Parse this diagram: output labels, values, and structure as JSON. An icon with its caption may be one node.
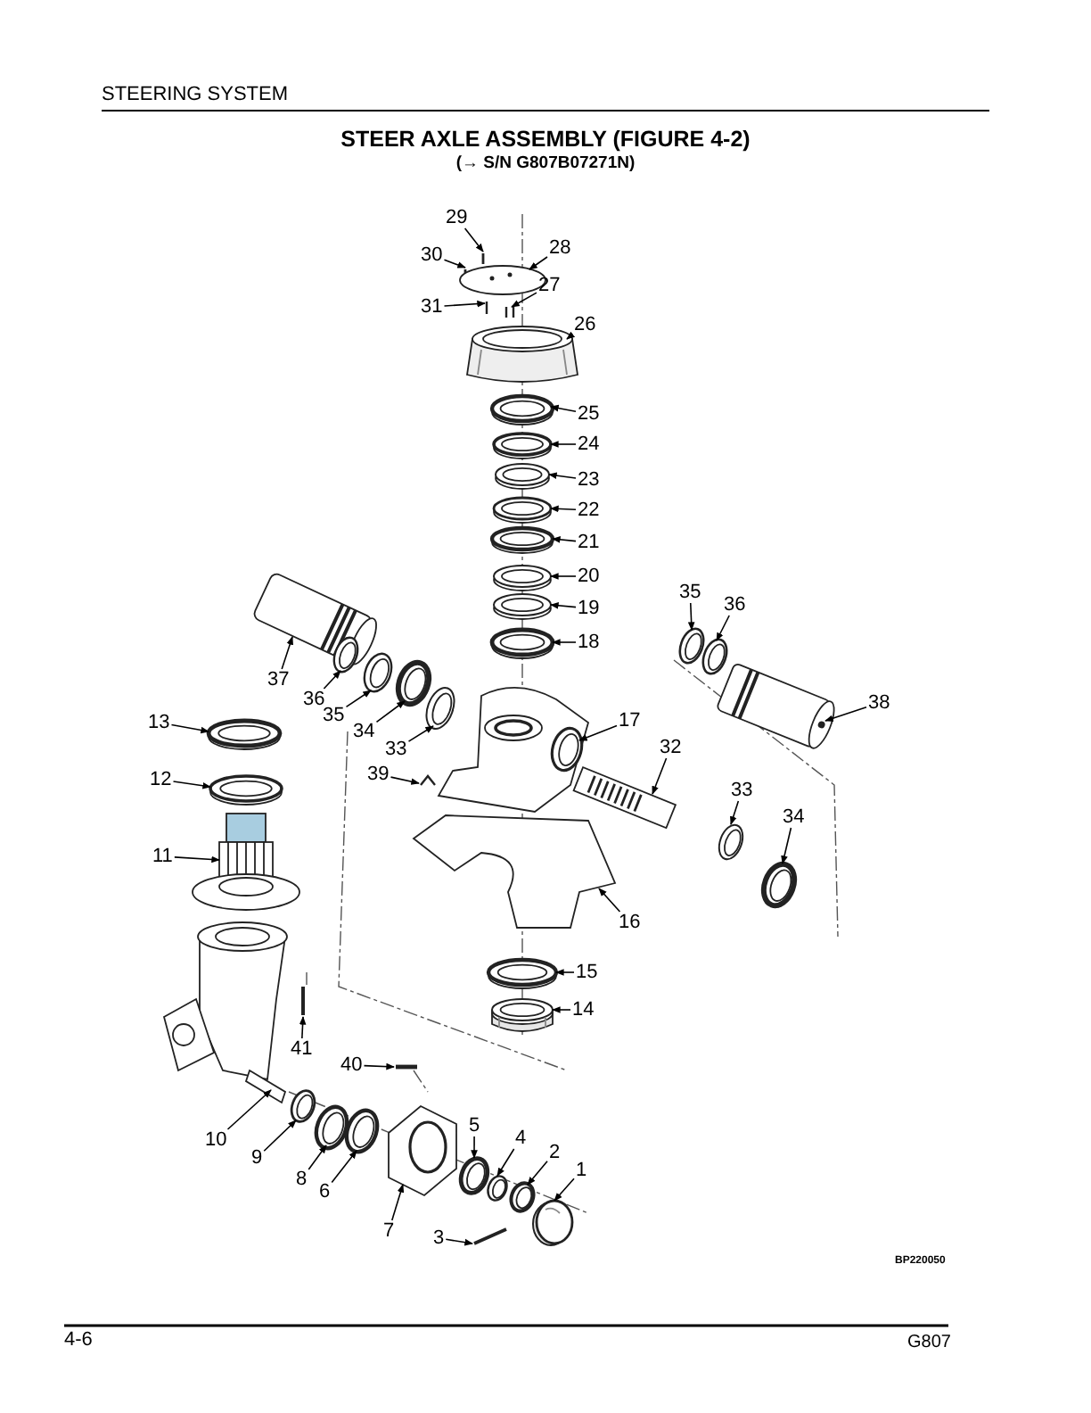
{
  "diagram": {
    "title": "STEER AXLE ASSEMBLY (FIGURE 4-2)",
    "nodes": [
      {
        "text": [
          "29"
        ]
      },
      {
        "text": [
          "30"
        ]
      },
      {
        "text": [
          "28"
        ]
      },
      {
        "text": [
          "31"
        ]
      },
      {
        "text": [
          "27"
        ]
      },
      {
        "text": [
          "26"
        ]
      },
      {
        "text": [
          "25"
        ]
      },
      {
        "text": [
          "24"
        ]
      },
      {
        "text": [
          "23"
        ]
      },
      {
        "text": [
          "22"
        ]
      },
      {
        "text": [
          "21"
        ]
      },
      {
        "text": [
          "20"
        ]
      },
      {
        "text": [
          "19"
        ]
      },
      {
        "text": [
          "18"
        ]
      },
      {
        "text": [
          "37"
        ]
      },
      {
        "text": [
          "36"
        ]
      },
      {
        "text": [
          "35"
        ]
      },
      {
        "text": [
          "34"
        ]
      },
      {
        "text": [
          "35"
        ]
      },
      {
        "text": [
          "36"
        ]
      },
      {
        "text": [
          "38"
        ]
      },
      {
        "text": [
          "13"
        ]
      },
      {
        "text": [
          "33"
        ]
      },
      {
        "text": [
          "17"
        ]
      },
      {
        "text": [
          "12"
        ]
      },
      {
        "text": [
          "39"
        ]
      },
      {
        "text": [
          "32"
        ]
      },
      {
        "text": [
          "33"
        ]
      },
      {
        "text": [
          "34"
        ]
      },
      {
        "text": [
          "11"
        ]
      },
      {
        "text": [
          "16"
        ]
      },
      {
        "text": [
          "15"
        ]
      },
      {
        "text": [
          "14"
        ]
      },
      {
        "text": [
          "41"
        ]
      },
      {
        "text": [
          "40"
        ]
      },
      {
        "text": [
          "10"
        ]
      },
      {
        "text": [
          "9"
        ]
      },
      {
        "text": [
          "8"
        ]
      },
      {
        "text": [
          "6"
        ]
      },
      {
        "text": [
          "7"
        ]
      },
      {
        "text": [
          "5"
        ]
      },
      {
        "text": [
          "4"
        ]
      },
      {
        "text": [
          "2"
        ]
      },
      {
        "text": [
          "1"
        ]
      },
      {
        "text": [
          "3"
        ]
      },
      {
        "text": [],
        "shape": "picture"
      },
      {
        "text": [],
        "shape": "picture"
      },
      {
        "text": [],
        "shape": "picture"
      },
      {
        "text": [],
        "shape": "picture"
      },
      {
        "text": [],
        "shape": "picture"
      },
      {
        "text": [],
        "shape": "picture"
      },
      {
        "text": [],
        "shape": "picture"
      },
      {
        "text": [],
        "shape": "picture"
      },
      {
        "text": [],
        "shape": "picture"
      },
      {
        "text": [],
        "shape": "picture"
      },
      {
        "text": [],
        "shape": "picture"
      },
      {
        "text": [],
        "shape": "picture"
      },
      {
        "text": [],
        "shape": "picture"
      },
      {
        "text": [],
        "shape": "picture"
      },
      {
        "text": [],
        "shape": "picture"
      },
      {
        "text": [],
        "shape": "picture"
      },
      {
        "text": [],
        "shape": "picture"
      },
      {
        "text": [],
        "shape": "picture"
      },
      {
        "text": [],
        "shape": "picture"
      },
      {
        "text": [],
        "shape": "picture"
      },
      {
        "text": [],
        "shape": "picture"
      },
      {
        "text": [],
        "shape": "picture"
      },
      {
        "text": [],
        "shape": "picture"
      },
      {
        "text": [],
        "shape": "picture"
      },
      {
        "text": [],
        "shape": "picture"
      },
      {
        "text": [],
        "shape": "picture"
      },
      {
        "text": [],
        "shape": "picture"
      },
      {
        "text": [],
        "shape": "picture"
      },
      {
        "text": [],
        "shape": "picture"
      },
      {
        "text": [],
        "shape": "picture"
      },
      {
        "text": [],
        "shape": "picture"
      },
      {
        "text": [],
        "shape": "picture"
      },
      {
        "text": [],
        "shape": "picture"
      },
      {
        "text": [],
        "shape": "picture"
      },
      {
        "text": [],
        "shape": "picture"
      },
      {
        "text": [],
        "shape": "picture"
      },
      {
        "text": [],
        "shape": "picture"
      },
      {
        "text": [],
        "shape": "picture"
      },
      {
        "text": [],
        "shape": "picture"
      },
      {
        "text": [],
        "shape": "picture"
      },
      {
        "text": [],
        "shape": "picture"
      },
      {
        "text": [],
        "shape": "picture"
      },
      {
        "text": [],
        "shape": "picture"
      },
      {
        "text": [],
        "shape": "picture"
      },
      {
        "text": [],
        "shape": "picture"
      }
    ],
    "edges": [
      {
        "from": 0,
        "to": 45,
        "arrow": "to"
      },
      {
        "from": 1,
        "to": 46,
        "arrow": "to"
      },
      {
        "from": 2,
        "to": 47,
        "arrow": "to"
      },
      {
        "from": 3,
        "to": 48,
        "arrow": "to"
      },
      {
        "from": 4,
        "to": 49,
        "arrow": "to"
      },
      {
        "from": 5,
        "to": 50,
        "arrow": "to"
      },
      {
        "from": 6,
        "to": 51,
        "arrow": "to"
      },
      {
        "from": 7,
        "to": 52,
        "arrow": "to"
      },
      {
        "from": 8,
        "to": 53,
        "arrow": "to"
      },
      {
        "from": 9,
        "to": 54,
        "arrow": "to"
      },
      {
        "from": 10,
        "to": 55,
        "arrow": "to"
      },
      {
        "from": 11,
        "to": 56,
        "arrow": "to"
      },
      {
        "from": 12,
        "to": 57,
        "arrow": "to"
      },
      {
        "from": 13,
        "to": 58,
        "arrow": "to"
      },
      {
        "from": 14,
        "to": 59,
        "arrow": "to"
      },
      {
        "from": 15,
        "to": 60,
        "arrow": "to"
      },
      {
        "from": 16,
        "to": 61,
        "arrow": "to"
      },
      {
        "from": 17,
        "to": 62,
        "arrow": "to"
      },
      {
        "from": 18,
        "to": 63,
        "arrow": "to"
      },
      {
        "from": 19,
        "to": 64,
        "arrow": "to"
      },
      {
        "from": 20,
        "to": 65,
        "arrow": "to"
      },
      {
        "from": 21,
        "to": 66,
        "arrow": "to"
      },
      {
        "from": 22,
        "to": 67,
        "arrow": "to"
      },
      {
        "from": 23,
        "to": 68,
        "arrow": "to"
      },
      {
        "from": 24,
        "to": 69,
        "arrow": "to"
      },
      {
        "from": 25,
        "to": 70,
        "arrow": "to"
      },
      {
        "from": 26,
        "to": 71,
        "arrow": "to"
      },
      {
        "from": 27,
        "to": 72,
        "arrow": "to"
      },
      {
        "from": 28,
        "to": 73,
        "arrow": "to"
      },
      {
        "from": 29,
        "to": 74,
        "arrow": "to"
      },
      {
        "from": 30,
        "to": 75,
        "arrow": "to"
      },
      {
        "from": 31,
        "to": 76,
        "arrow": "to"
      },
      {
        "from": 32,
        "to": 77,
        "arrow": "to"
      },
      {
        "from": 33,
        "to": 78,
        "arrow": "to"
      },
      {
        "from": 34,
        "to": 79,
        "arrow": "to"
      },
      {
        "from": 35,
        "to": 80,
        "arrow": "to"
      },
      {
        "from": 36,
        "to": 81,
        "arrow": "to"
      },
      {
        "from": 37,
        "to": 82,
        "arrow": "to"
      },
      {
        "from": 38,
        "to": 83,
        "arrow": "to"
      },
      {
        "from": 39,
        "to": 84,
        "arrow": "to"
      },
      {
        "from": 40,
        "to": 85,
        "arrow": "to"
      },
      {
        "from": 41,
        "to": 86,
        "arrow": "to"
      },
      {
        "from": 42,
        "to": 87,
        "arrow": "to"
      },
      {
        "from": 43,
        "to": 88,
        "arrow": "to"
      },
      {
        "from": 44,
        "to": 89,
        "arrow": "to"
      }
    ],
    "labels": [
      "STEERING SYSTEM",
      "(→ S/N G807B07271N)",
      "BP220050",
      "4-6",
      "G807"
    ]
  }
}
